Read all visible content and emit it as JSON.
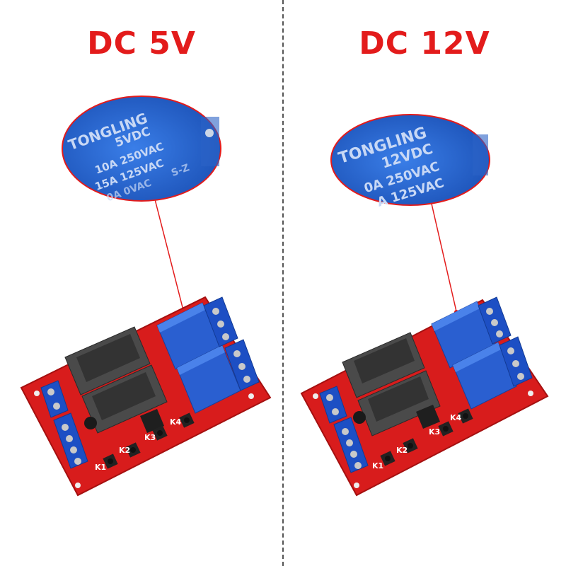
{
  "left": {
    "title": "DC 5V",
    "zoom": {
      "line1": "TONGLING",
      "line2": "5VDC",
      "line3": "10A 250VAC",
      "line4": "15A 125VAC",
      "line5": "0A  0VAC",
      "line6": "S-Z"
    },
    "button_labels": [
      "K1",
      "K2",
      "K3",
      "K4"
    ]
  },
  "right": {
    "title": "DC 12V",
    "zoom": {
      "line1": "TONGLING",
      "line2": "12VDC",
      "line3": "0A 250VAC",
      "line4": "A 125VAC"
    },
    "button_labels": [
      "K1",
      "K2",
      "K3",
      "K4"
    ]
  },
  "colors": {
    "title": "#e31b1b",
    "pcb": "#d81c1c",
    "relay": "#2a5fd0",
    "terminal": "#1d4fc4",
    "callout_line": "#e31b1b"
  }
}
